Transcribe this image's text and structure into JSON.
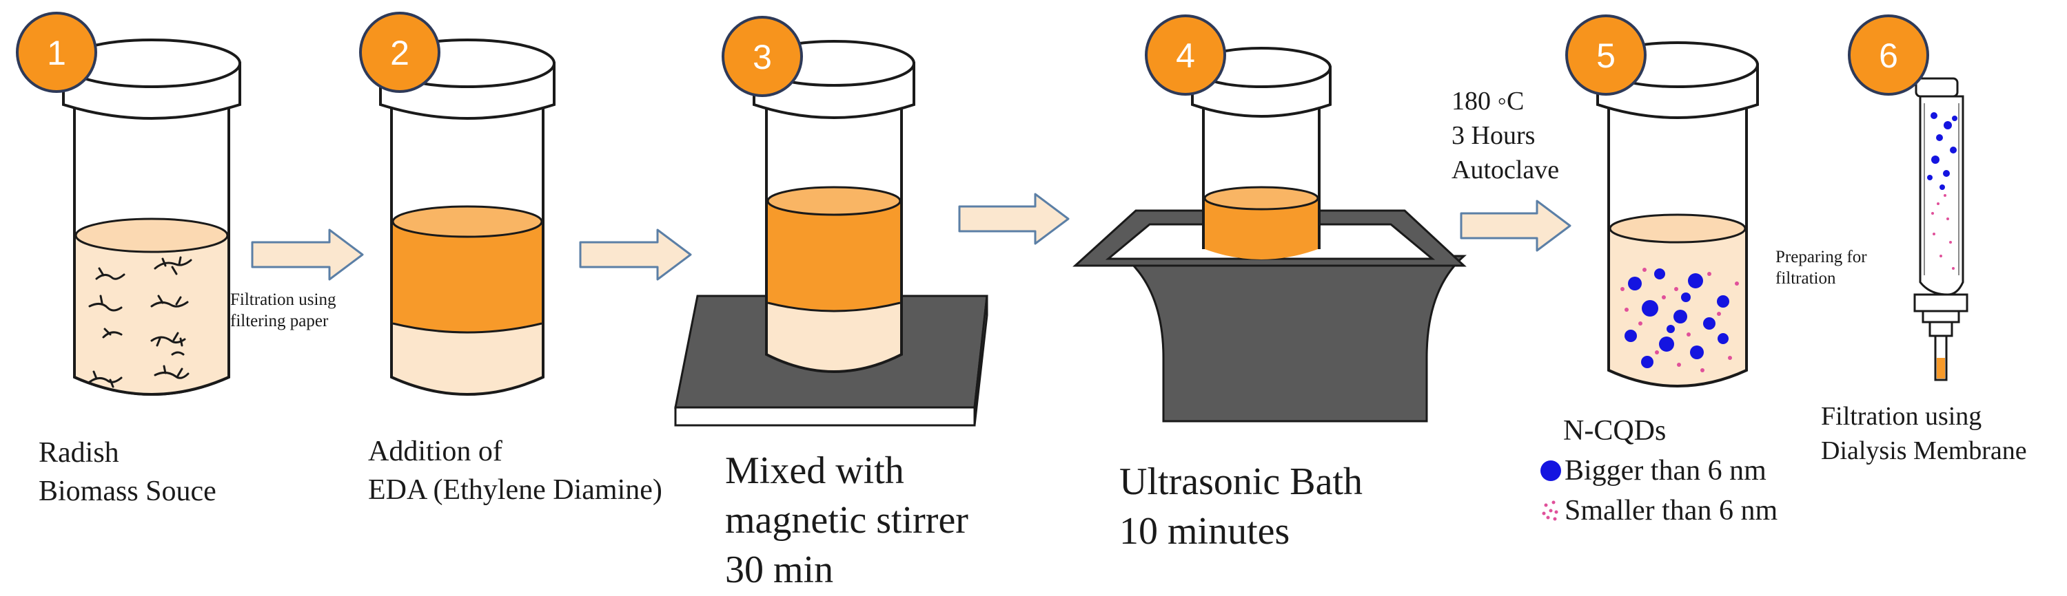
{
  "colors": {
    "badge_orange": "#F7941D",
    "badge_border": "#2E3A59",
    "liquid_light": "#FCE6CC",
    "liquid_orange": "#F79A2A",
    "arrow_fill": "#FBE7CF",
    "arrow_stroke": "#5B7FA6",
    "device_gray": "#5A5A5A",
    "particle_blue": "#1414E0",
    "particle_pink": "#E0509A"
  },
  "steps": [
    {
      "number": "1",
      "label_lines": [
        "Radish",
        "Biomass Souce"
      ]
    },
    {
      "number": "2",
      "label_lines": [
        "Addition of",
        "EDA (Ethylene Diamine)"
      ]
    },
    {
      "number": "3",
      "label_lines": [
        "Mixed with",
        "magnetic stirrer",
        "30 min"
      ]
    },
    {
      "number": "4",
      "label_lines": [
        "Ultrasonic Bath",
        "10 minutes"
      ]
    },
    {
      "number": "5",
      "label_lines": [
        "N-CQDs"
      ]
    },
    {
      "number": "6",
      "label_lines": [
        "Filtration using",
        "Dialysis Membrane"
      ]
    }
  ],
  "transitions": {
    "filtration": [
      "Filtration using",
      "filtering paper"
    ],
    "autoclave": [
      "180 ◦C",
      "3 Hours",
      "Autoclave"
    ],
    "preparing": [
      "Preparing for",
      "filtration"
    ]
  },
  "legend": {
    "bigger": "Bigger than 6 nm",
    "smaller": "Smaller than 6 nm"
  }
}
